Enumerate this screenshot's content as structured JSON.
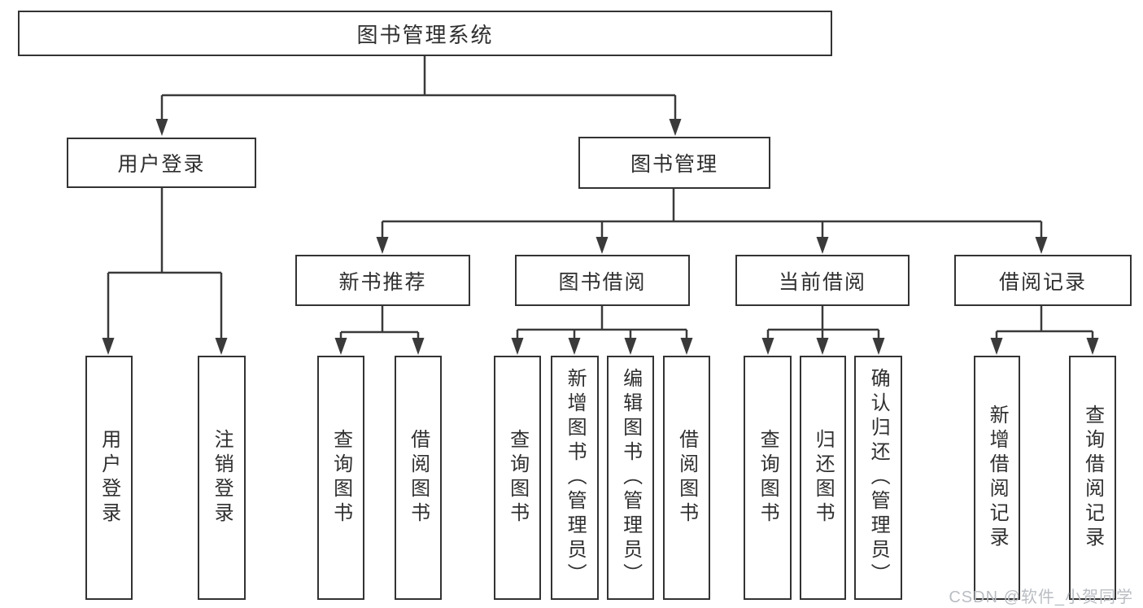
{
  "diagram": {
    "tree": {
      "label": "图书管理系统",
      "children": [
        {
          "label": "用户登录",
          "children": [
            {
              "label": "用户登录"
            },
            {
              "label": "注销登录"
            }
          ]
        },
        {
          "label": "图书管理",
          "children": [
            {
              "label": "新书推荐",
              "children": [
                {
                  "label": "查询图书"
                },
                {
                  "label": "借阅图书"
                }
              ]
            },
            {
              "label": "图书借阅",
              "children": [
                {
                  "label": "查询图书"
                },
                {
                  "label": "新增图书（管理员）"
                },
                {
                  "label": "编辑图书（管理员）"
                },
                {
                  "label": "借阅图书"
                }
              ]
            },
            {
              "label": "当前借阅",
              "children": [
                {
                  "label": "查询图书"
                },
                {
                  "label": "归还图书"
                },
                {
                  "label": "确认归还（管理员）"
                }
              ]
            },
            {
              "label": "借阅记录",
              "children": [
                {
                  "label": "新增借阅记录"
                },
                {
                  "label": "查询借阅记录"
                }
              ]
            }
          ]
        }
      ]
    },
    "colors": {
      "line": "#3a3a3a",
      "box_border": "#333333",
      "box_background": "#ffffff",
      "text": "#2f2f2f",
      "watermark": "#b9bdc2"
    }
  },
  "watermark": "CSDN @软件_小贺同学"
}
